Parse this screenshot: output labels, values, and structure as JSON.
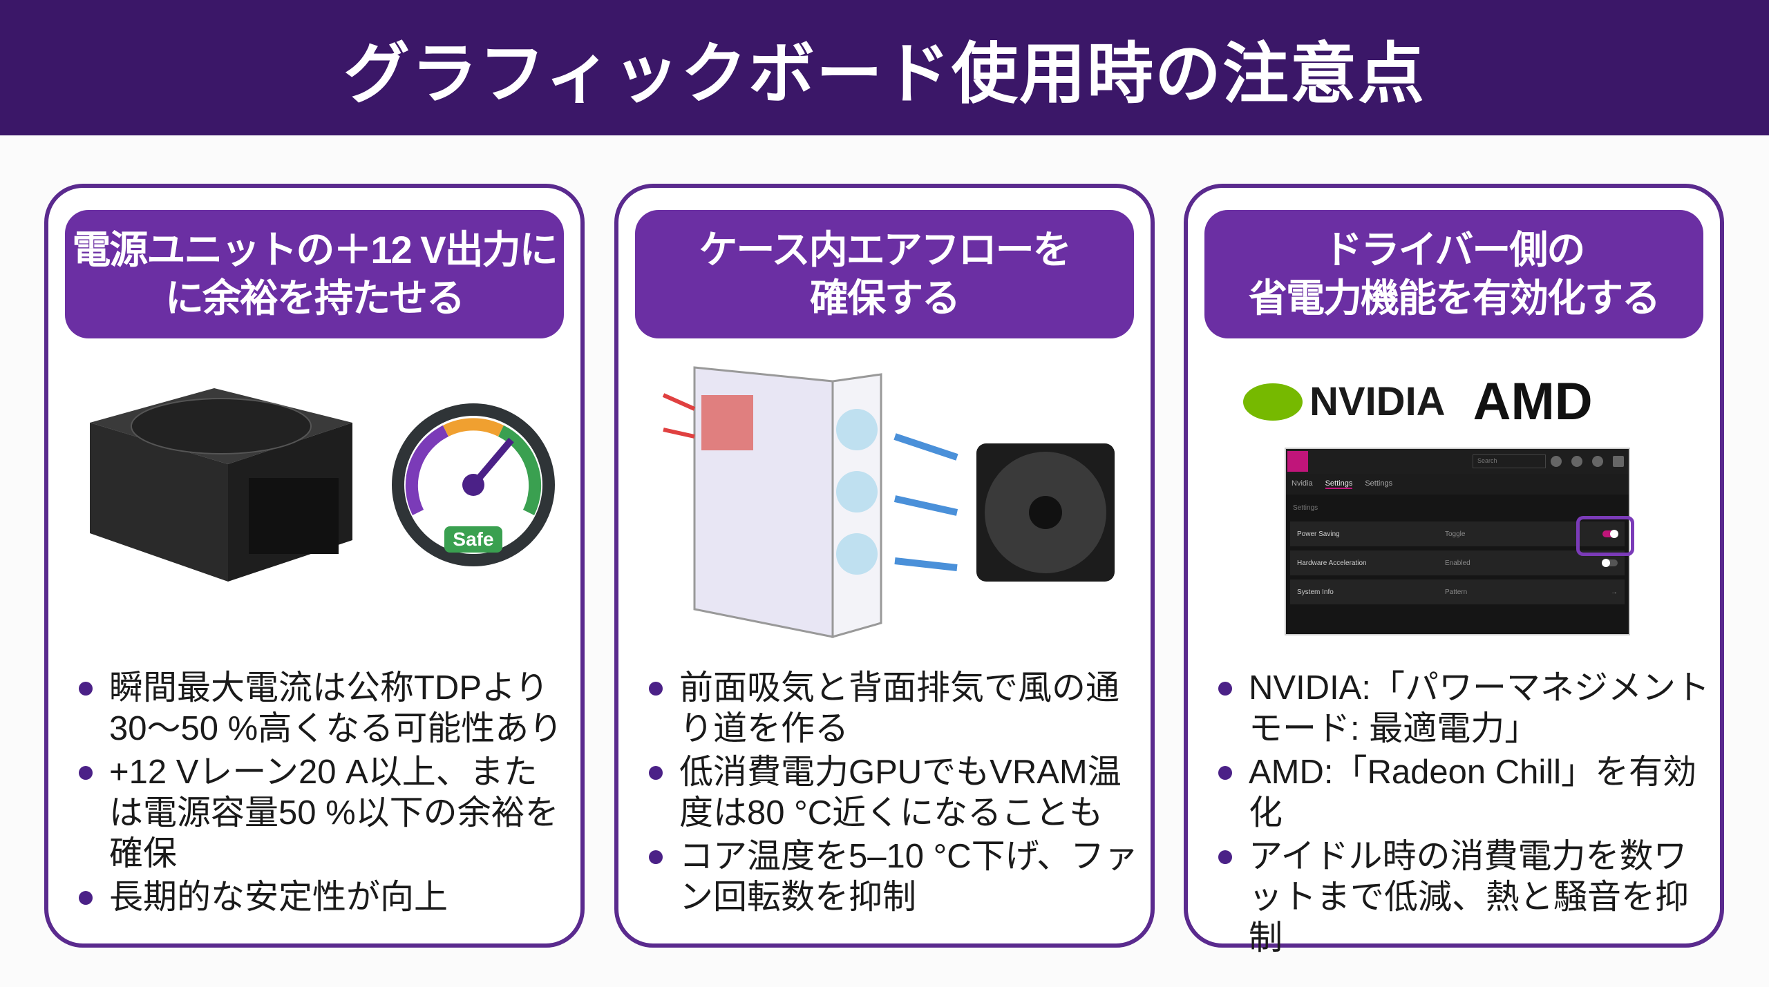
{
  "title": "グラフィックボード使用時の注意点",
  "cards": [
    {
      "heading": [
        "電源ユニットの＋12 V出力に",
        "に余裕を持たせる"
      ],
      "gauge_label": "Safe",
      "bullets": [
        "瞬間最大電流は公称TDPより30〜50 %高くなる可能性あり",
        "+12 Vレーン20 A以上、または電源容量50 %以下の余裕を確保",
        "長期的な安定性が向上"
      ]
    },
    {
      "heading": [
        "ケース内エアフローを",
        "確保する"
      ],
      "bullets": [
        "前面吸気と背面排気で風の通り道を作る",
        "低消費電力GPUでもVRAM温度は80 °C近くになることも",
        "コア温度を5–10 °C下げ、ファン回転数を抑制"
      ]
    },
    {
      "heading": [
        "ドライバー側の",
        "省電力機能を有効化する"
      ],
      "logos": {
        "nvidia": "NVIDIA",
        "amd": "AMD"
      },
      "ui": {
        "search": "Search",
        "tabs": [
          "Nvidia",
          "Settings",
          "Settings"
        ],
        "section": "Settings",
        "rows": [
          {
            "label": "Power Saving",
            "value": "Toggle",
            "toggle": true
          },
          {
            "label": "Hardware Acceleration",
            "value": "Enabled",
            "toggle": false
          },
          {
            "label": "System Info",
            "value": "Pattern"
          }
        ]
      },
      "bullets": [
        "NVIDIA:「パワーマネジメントモード: 最適電力」",
        "AMD:「Radeon Chill」を有効化",
        "アイドル時の消費電力を数ワットまで低減、熱と騒音を抑制"
      ]
    }
  ],
  "colors": {
    "header": "#3b1768",
    "accent": "#6b2fa3",
    "border": "#5a2a8e"
  }
}
